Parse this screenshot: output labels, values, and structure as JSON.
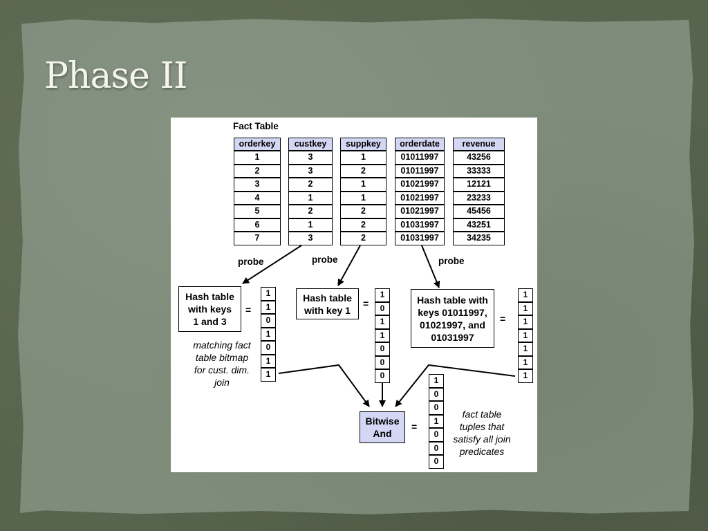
{
  "slide": {
    "title": "Phase II"
  },
  "diagram": {
    "fact_table": {
      "title": "Fact Table",
      "columns": [
        {
          "header": "orderkey",
          "values": [
            "1",
            "2",
            "3",
            "4",
            "5",
            "6",
            "7"
          ]
        },
        {
          "header": "custkey",
          "values": [
            "3",
            "3",
            "2",
            "1",
            "2",
            "1",
            "3"
          ]
        },
        {
          "header": "suppkey",
          "values": [
            "1",
            "2",
            "1",
            "1",
            "2",
            "2",
            "2"
          ]
        },
        {
          "header": "orderdate",
          "values": [
            "01011997",
            "01011997",
            "01021997",
            "01021997",
            "01021997",
            "01031997",
            "01031997"
          ]
        },
        {
          "header": "revenue",
          "values": [
            "43256",
            "33333",
            "12121",
            "23233",
            "45456",
            "43251",
            "34235"
          ]
        }
      ]
    },
    "probe_labels": [
      "probe",
      "probe",
      "probe"
    ],
    "hash_tables": [
      {
        "lines": [
          "Hash table",
          "with keys",
          "1 and 3"
        ]
      },
      {
        "lines": [
          "Hash table",
          "with key 1"
        ]
      },
      {
        "lines": [
          "Hash table with",
          "keys 01011997,",
          "01021997, and",
          "01031997"
        ]
      }
    ],
    "equals": [
      "=",
      "=",
      "=",
      "="
    ],
    "bitmaps": [
      [
        "1",
        "1",
        "0",
        "1",
        "0",
        "1",
        "1"
      ],
      [
        "1",
        "0",
        "1",
        "1",
        "0",
        "0",
        "0"
      ],
      [
        "1",
        "1",
        "1",
        "1",
        "1",
        "1",
        "1"
      ],
      [
        "1",
        "0",
        "0",
        "1",
        "0",
        "0",
        "0"
      ]
    ],
    "bitmap_caption": [
      "matching fact",
      "table bitmap",
      "for cust. dim.",
      "join"
    ],
    "bitwise_and": {
      "lines": [
        "Bitwise",
        "And"
      ]
    },
    "result_caption": [
      "fact table",
      "tuples that",
      "satisfy all join",
      "predicates"
    ],
    "colors": {
      "header_fill": "#d3d7f3",
      "and_fill": "#d3d7f3",
      "slide_background": "#7f8c7a",
      "title_color": "#f4f6ee"
    }
  }
}
